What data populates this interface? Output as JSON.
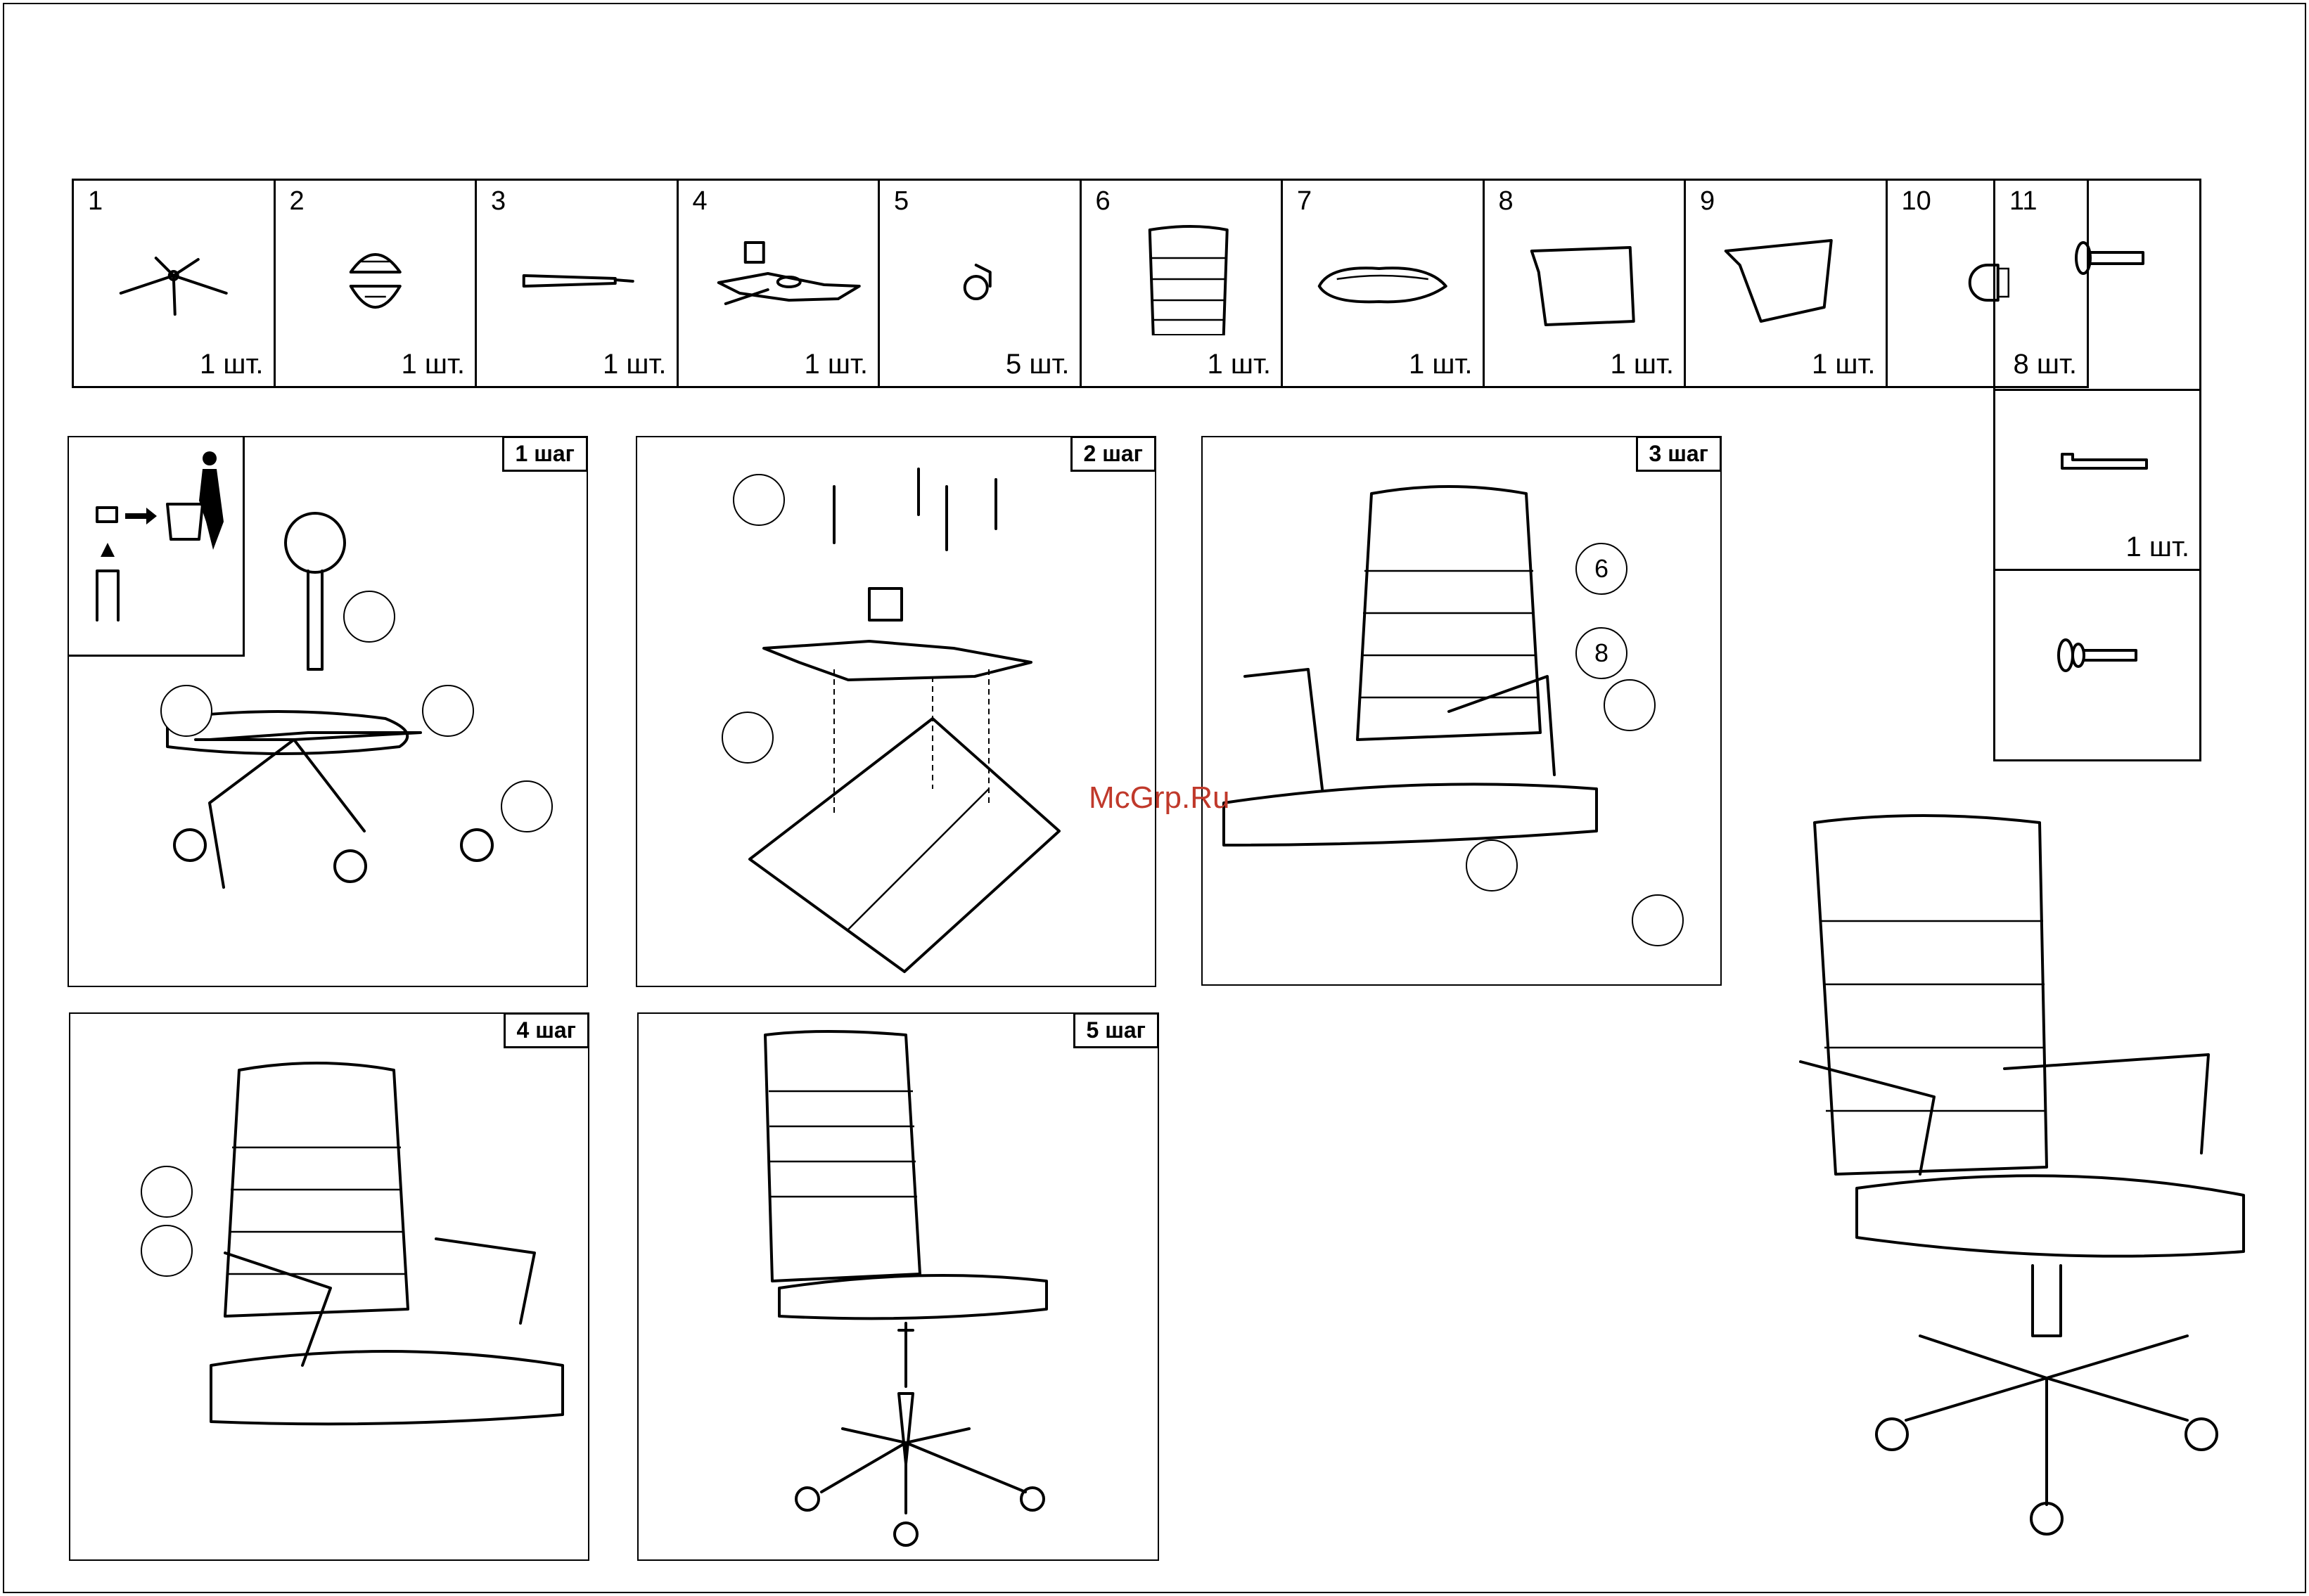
{
  "parts": [
    {
      "number": "1",
      "quantity": "1 шт."
    },
    {
      "number": "2",
      "quantity": "1 шт."
    },
    {
      "number": "3",
      "quantity": "1 шт."
    },
    {
      "number": "4",
      "quantity": "1 шт."
    },
    {
      "number": "5",
      "quantity": "5 шт."
    },
    {
      "number": "6",
      "quantity": "1 шт."
    },
    {
      "number": "7",
      "quantity": "1 шт."
    },
    {
      "number": "8",
      "quantity": "1 шт."
    },
    {
      "number": "9",
      "quantity": "1 шт."
    },
    {
      "number": "10",
      "quantity": "8 шт."
    }
  ],
  "part11": {
    "number": "11",
    "hex_key_quantity": "1 шт."
  },
  "steps": {
    "step1": "1 шаг",
    "step2": "2 шаг",
    "step3": "3 шаг",
    "step4": "4 шаг",
    "step5": "5 шаг"
  },
  "callouts": {
    "backrest": "6",
    "armrest": "8"
  },
  "watermark": "McGrp.Ru",
  "icons": [
    "star-base-icon",
    "base-cover-icon",
    "gas-lift-icon",
    "tilt-mechanism-icon",
    "caster-icon",
    "backrest-icon",
    "seat-icon",
    "armrest-left-icon",
    "armrest-right-icon",
    "cap-nut-icon",
    "bolt-icon",
    "hex-key-icon"
  ]
}
